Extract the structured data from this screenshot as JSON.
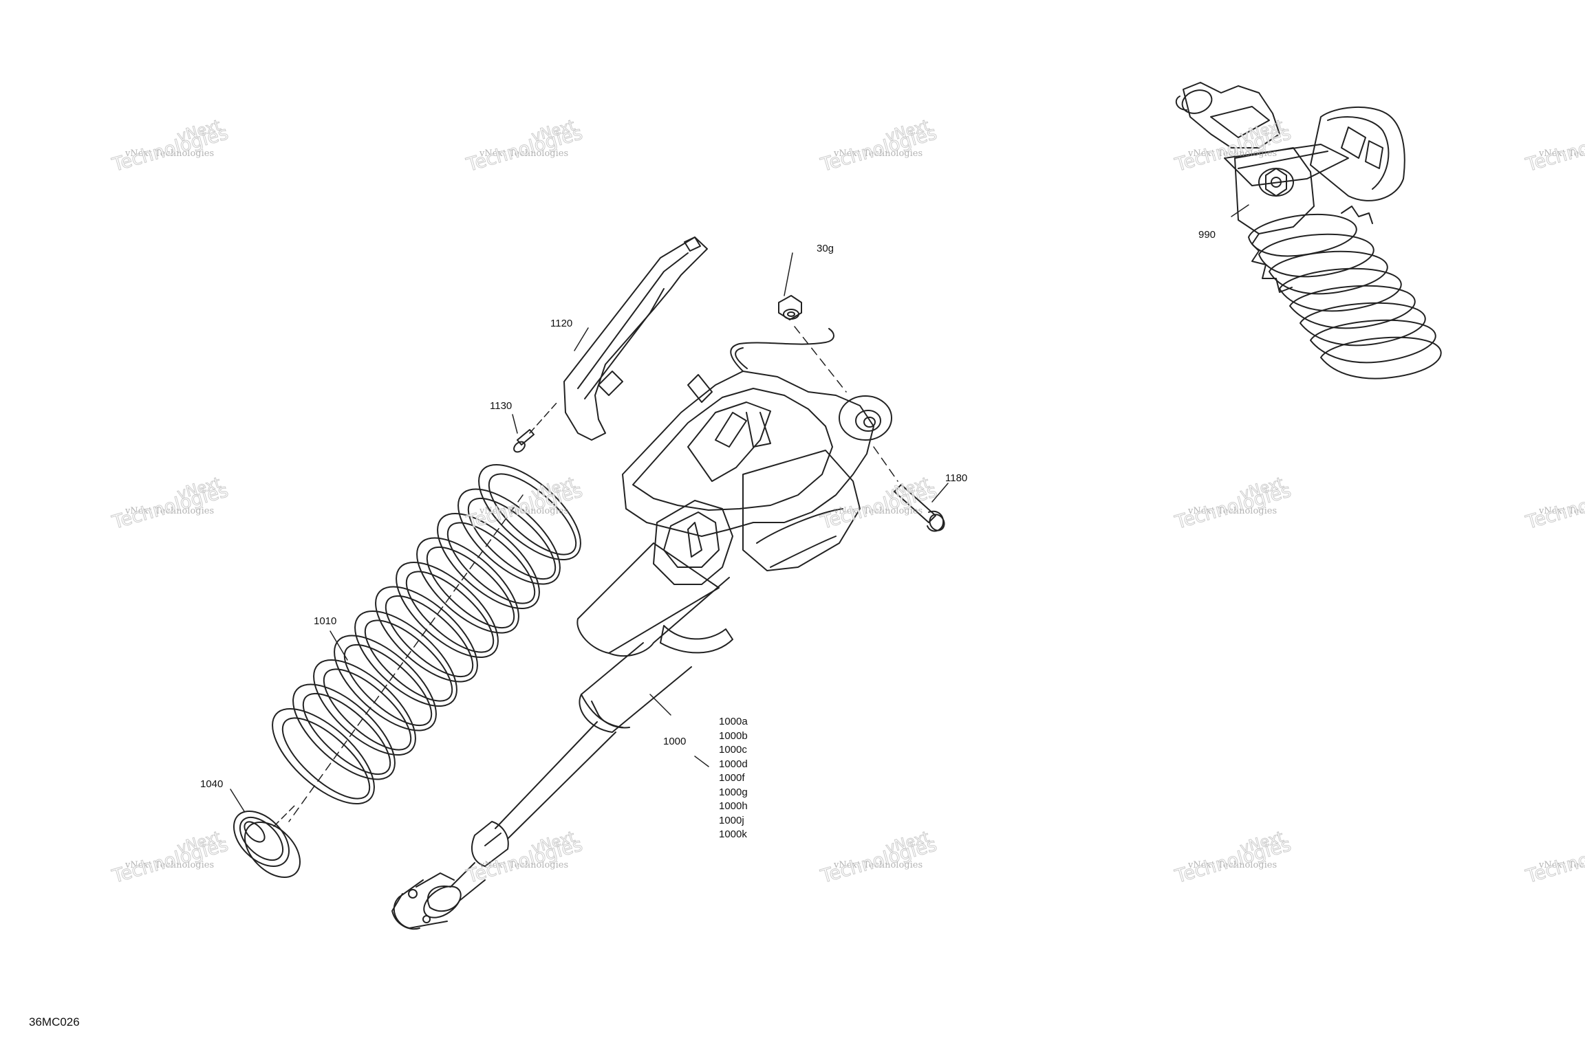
{
  "callouts": {
    "c990": "990",
    "c30g": "30g",
    "c1120": "1120",
    "c1130": "1130",
    "c1180": "1180",
    "c1010": "1010",
    "c1040": "1040",
    "c1000": "1000"
  },
  "variants": [
    "1000a",
    "1000b",
    "1000c",
    "1000d",
    "1000f",
    "1000g",
    "1000h",
    "1000j",
    "1000k"
  ],
  "diagram_code": "36MC026",
  "watermark": {
    "small": "vNext Technologies",
    "big": "Technologies",
    "top": "vNext"
  },
  "colors": {
    "line": "#222222",
    "watermark": "#c4c4c4"
  }
}
